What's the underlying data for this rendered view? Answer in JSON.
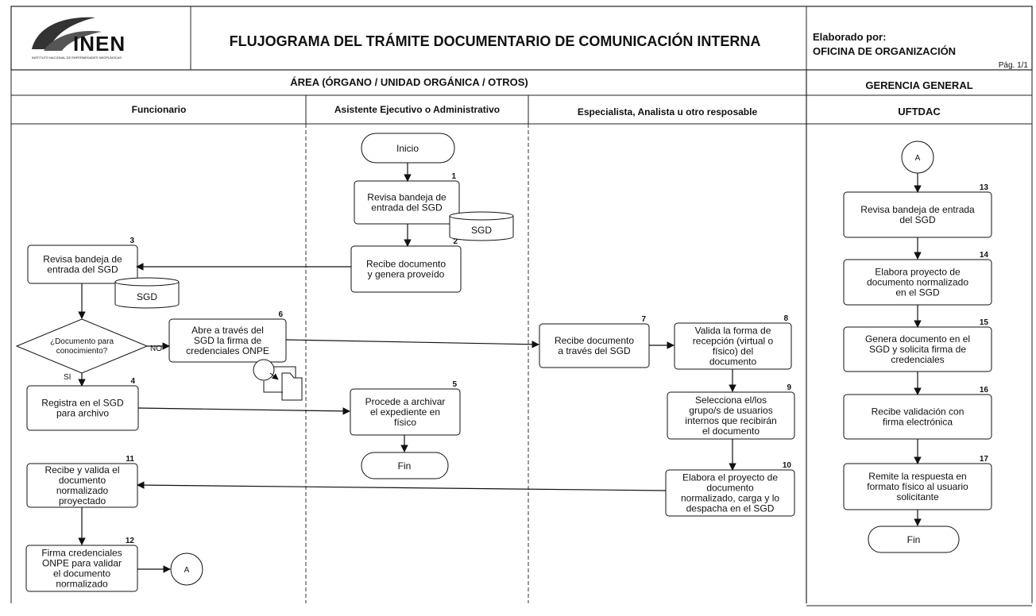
{
  "header": {
    "logo_text": "INEN",
    "logo_tagline": "INSTITUTO NACIONAL DE ENFERMEDADES NEOPLÁSICAS",
    "title": "FLUJOGRAMA DEL TRÁMITE DOCUMENTARIO DE COMUNICACIÓN INTERNA",
    "prepared_label": "Elaborado por:",
    "prepared_by": "OFICINA DE ORGANIZACIÓN",
    "page": "Pág. 1/1"
  },
  "areas": {
    "area_left": "ÁREA (ÓRGANO / UNIDAD ORGÁNICA / OTROS)",
    "area_right": "GERENCIA GENERAL"
  },
  "lanes": [
    "Funcionario",
    "Asistente Ejecutivo o Administrativo",
    "Especialista, Analista u otro resposable",
    "UFTDAC"
  ],
  "nodes": {
    "inicio": "Inicio",
    "n1": {
      "num": "1",
      "lines": [
        "Revisa bandeja de",
        "entrada del SGD"
      ]
    },
    "sgd1": "SGD",
    "n2": {
      "num": "2",
      "lines": [
        "Recibe documento",
        "y genera proveído"
      ]
    },
    "n3": {
      "num": "3",
      "lines": [
        "Revisa bandeja de",
        "entrada del SGD"
      ]
    },
    "sgd2": "SGD",
    "decision": {
      "lines": [
        "¿Documento para",
        "conocimiento?"
      ],
      "no": "NO",
      "si": "SI"
    },
    "n6": {
      "num": "6",
      "lines": [
        "Abre a través del",
        "SGD la firma de",
        "credenciales ONPE"
      ]
    },
    "n7": {
      "num": "7",
      "lines": [
        "Recibe documento",
        "a través del SGD"
      ]
    },
    "n8": {
      "num": "8",
      "lines": [
        "Valida la forma de",
        "recepción (virtual o",
        "físico) del",
        "documento"
      ]
    },
    "n4": {
      "num": "4",
      "lines": [
        "Registra en el SGD",
        "para archivo"
      ]
    },
    "n5": {
      "num": "5",
      "lines": [
        "Procede a archivar",
        "el expediente en",
        "físico"
      ]
    },
    "fin1": "Fin",
    "n9": {
      "num": "9",
      "lines": [
        "Selecciona el/los",
        "grupo/s de usuarios",
        "internos que recibirán",
        "el documento"
      ]
    },
    "n10": {
      "num": "10",
      "lines": [
        "Elabora el proyecto de",
        "documento",
        "normalizado, carga y lo",
        "despacha en el SGD"
      ]
    },
    "n11": {
      "num": "11",
      "lines": [
        "Recibe y valida el",
        "documento",
        "normalizado",
        "proyectado"
      ]
    },
    "n12": {
      "num": "12",
      "lines": [
        "Firma credenciales",
        "ONPE para validar",
        "el documento",
        "normalizado"
      ]
    },
    "conn_a1": "A",
    "conn_a2": "A",
    "n13": {
      "num": "13",
      "lines": [
        "Revisa bandeja de entrada",
        "del SGD"
      ]
    },
    "n14": {
      "num": "14",
      "lines": [
        "Elabora proyecto de",
        "documento normalizado",
        "en el SGD"
      ]
    },
    "n15": {
      "num": "15",
      "lines": [
        "Genera documento en el",
        "SGD y solicita firma de",
        "credenciales"
      ]
    },
    "n16": {
      "num": "16",
      "lines": [
        "Recibe validación con",
        "firma electrónica"
      ]
    },
    "n17": {
      "num": "17",
      "lines": [
        "Remite la respuesta en",
        "formato físico al usuario",
        "solicitante"
      ]
    },
    "fin2": "Fin"
  }
}
